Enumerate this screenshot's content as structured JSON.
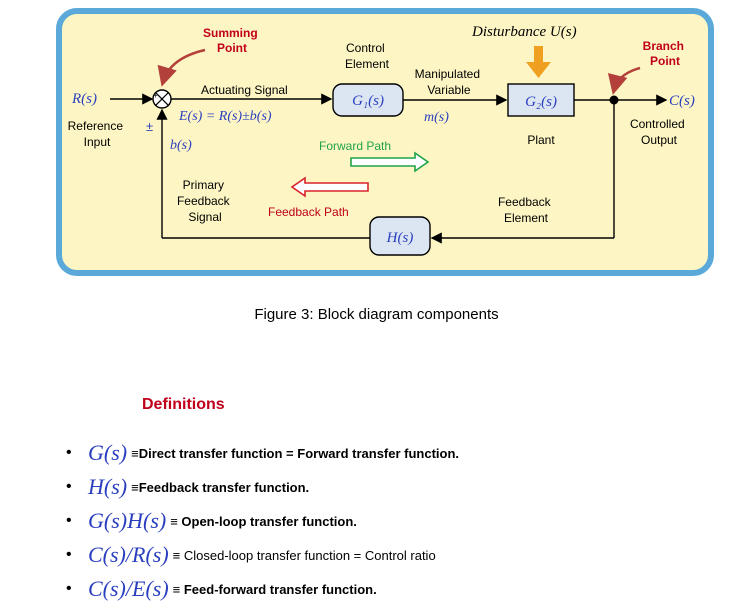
{
  "diagram": {
    "summing_point_label": [
      "Summing",
      "Point"
    ],
    "branch_point_label": [
      "Branch",
      "Point"
    ],
    "control_element_label": [
      "Control",
      "Element"
    ],
    "manipulated_variable_label": [
      "Manipulated",
      "Variable"
    ],
    "disturbance_label": "Disturbance U(s)",
    "input_symbol": "R(s)",
    "reference_input_label": [
      "Reference",
      "Input"
    ],
    "plus_minus": "±",
    "sum_sign_plus": "+",
    "actuating_signal_label": "Actuating Signal",
    "error_equation": "E(s) = R(s)±b(s)",
    "feedback_signal_symbol": "b(s)",
    "g1_block": "G₁(s)",
    "g2_block": "G₂(s)",
    "m_symbol": "m(s)",
    "plant_label": "Plant",
    "output_symbol": "C(s)",
    "controlled_output_label": [
      "Controlled",
      "Output"
    ],
    "forward_path_label": "Forward Path",
    "feedback_path_label": "Feedback Path",
    "primary_feedback_label": [
      "Primary",
      "Feedback",
      "Signal"
    ],
    "h_block": "H(s)",
    "feedback_element_label": [
      "Feedback",
      "Element"
    ],
    "colors": {
      "frame_border": "#5aa9d9",
      "frame_fill": "#fdf6c4",
      "block_fill": "#dce6f2",
      "accent_red": "#c0001a",
      "math_blue": "#2a3fbf",
      "forward_green": "#1fa34a",
      "branch_arrow": "#b3403a",
      "disturbance_arrow": "#f0a020"
    }
  },
  "caption": "Figure 3: Block diagram components",
  "definitions": {
    "heading": "Definitions",
    "items": [
      {
        "expr": "G(s)",
        "desc": "≡Direct transfer function = Forward transfer function.",
        "bold": true
      },
      {
        "expr": "H(s)",
        "desc": "≡Feedback transfer function.",
        "bold": true
      },
      {
        "expr": "G(s)H(s)",
        "desc": "≡ Open-loop transfer function.",
        "bold": true
      },
      {
        "expr": "C(s)/R(s)",
        "desc": "≡ Closed-loop transfer function = Control ratio",
        "bold": false
      },
      {
        "expr": "C(s)/E(s)",
        "desc": "≡ Feed-forward transfer function.",
        "bold": true
      }
    ]
  }
}
